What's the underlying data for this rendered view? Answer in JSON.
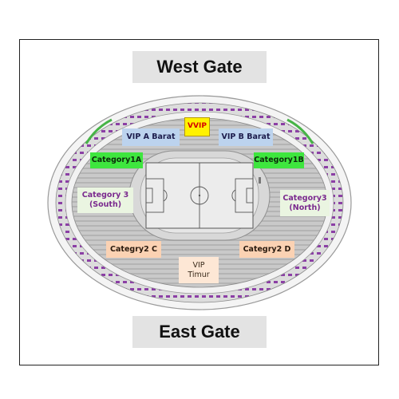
{
  "gates": {
    "west": "West Gate",
    "east": "East Gate"
  },
  "sections": {
    "vvip": "VVIP",
    "vip_a": "VIP A Barat",
    "vip_b": "VIP B Barat",
    "cat1a": "Category1A",
    "cat1b": "Category1B",
    "cat3_south_line1": "Category 3",
    "cat3_south_line2": "(South)",
    "cat3_north_line1": "Category3",
    "cat3_north_line2": "(North)",
    "cat2c": "Categry2 C",
    "cat2d": "Categry2 D",
    "vip_timur_line1": "VIP",
    "vip_timur_line2": "Timur"
  },
  "colors": {
    "vvip_fill": "#fff200",
    "vvip_text": "#d40000",
    "vip_fill": "#bcd3ee",
    "cat1_fill": "#3ee63e",
    "cat3_text": "#7a2a8e",
    "cat2_fill": "#fbd2b3",
    "pitch": "#e8e8e8",
    "track": "#d5d5d5",
    "upper_tier_accent": "#8b3fa5"
  }
}
